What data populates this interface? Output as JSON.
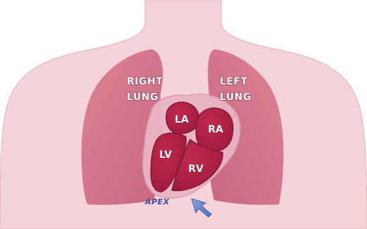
{
  "labels": {
    "right_lung": [
      "RIGHT",
      "LUNG"
    ],
    "left_lung": [
      "LEFT",
      "LUNG"
    ],
    "la": "LA",
    "ra": "RA",
    "lv": "LV",
    "rv": "RV",
    "apex": "APEX"
  },
  "colors": {
    "body": "#f4d4d8",
    "body_outline": "#e3aeb6",
    "lung": "#d8798d",
    "lung_dark": "#c4617a",
    "pericardium": "#e9b5c3",
    "chamber": "#b01e46",
    "chamber_outline": "#7a1530",
    "apex_text": "#3a4ea0",
    "arrow": "#5a7fc4"
  },
  "icons": {
    "apex_arrow": "arrow-up-left-icon"
  }
}
